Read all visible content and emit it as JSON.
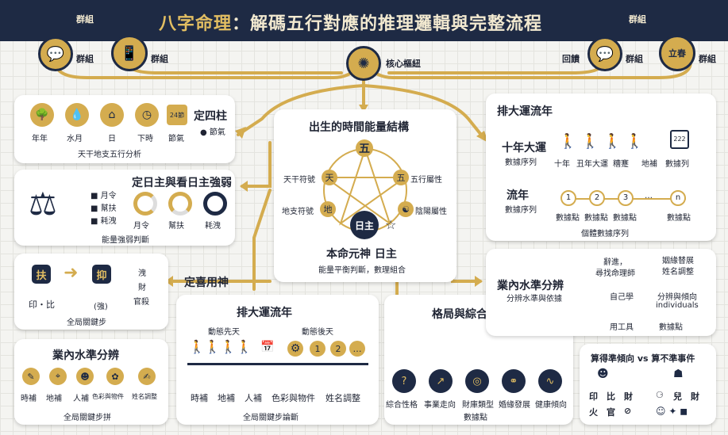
{
  "header": {
    "title_part1": "八字命理",
    "title_part2": "：解碼五行對應的推理邏輯與完整流程"
  },
  "top_nodes": {
    "left_tag1": "群組",
    "left_label1": "群組",
    "left_label2": "群組",
    "center_label": "核心樞紐",
    "right_label_feedback": "回饋",
    "right_tag2": "群組",
    "right_label3": "群組",
    "right_stamp": "立春",
    "right_label4": "群組"
  },
  "four_pillars": {
    "title": "定四柱",
    "items": [
      "年年",
      "水月",
      "日",
      "下時",
      "節氣"
    ],
    "calendar": "24節",
    "jieqi": "節氣",
    "caption": "天干地支五行分析"
  },
  "day_master": {
    "title": "定日主與看日主強弱",
    "legend": [
      "月令",
      "幫扶",
      "耗洩"
    ],
    "rings": [
      "月令",
      "幫扶",
      "耗洩"
    ],
    "caption": "能量強弱判斷"
  },
  "yongshen": {
    "title": "定喜用神",
    "fu": "扶",
    "yi": "抑",
    "left": "印・比",
    "mid": "(強)",
    "right_list": [
      "洩",
      "財",
      "官殺"
    ],
    "caption": "全局關鍵步"
  },
  "industry_left": {
    "title": "業內水準分辨",
    "items": [
      "時補",
      "地補",
      "人補",
      "色彩與物件",
      "姓名調整"
    ],
    "caption": "全局關鍵步拼"
  },
  "center": {
    "title": "出生的時間能量結構",
    "wu_top": "五",
    "tian": "天",
    "wu_right": "五",
    "di": "地",
    "label_tg": "天干符號",
    "label_wx": "五行屬性",
    "label_dz": "地支符號",
    "label_yy": "陰陽屬性",
    "rizhu": "日主",
    "name": "本命元神 日主",
    "sub": "能量平衡判斷，數理組合"
  },
  "dayun_center": {
    "title": "排大運流年",
    "ds_static": "動態先天",
    "ds_dynamic": "動態後天",
    "dots": [
      "1",
      "2",
      "…"
    ],
    "items": [
      "時補",
      "地補",
      "人補",
      "色彩與物件",
      "姓名調整"
    ],
    "caption": "全局關鍵步論斷"
  },
  "pattern": {
    "title": "格局與綜合論斷",
    "items": [
      "綜合性格",
      "事業走向",
      "財庫類型",
      "婚緣發展",
      "健康傾向"
    ],
    "caption": "數據點"
  },
  "dayun_right": {
    "title": "排大運流年",
    "decade_title": "十年大運",
    "decade_sub": "數據序列",
    "decade_items": [
      "十年",
      "丑年大運",
      "糟蹇",
      "地補",
      "數據列"
    ],
    "cal": "222",
    "year_title": "流年",
    "year_sub": "數據序列",
    "year_nums": [
      "1",
      "2",
      "3",
      "…",
      "n"
    ],
    "year_items": [
      "數據點",
      "數據點",
      "數據點",
      "數據點"
    ],
    "caption": "個體數據序列"
  },
  "industry_right": {
    "title": "業內水準分辨",
    "sub": "分辨水準與依據",
    "n1": "辭進，",
    "n1b": "尋找命理師",
    "n2": "自己學",
    "n3": "用工具",
    "r1": "姻緣替展",
    "r1b": "姓名調整",
    "r2": "分辨與傾向",
    "r2b": "individuals",
    "r3": "數據點"
  },
  "accuracy": {
    "title": "算得準傾向 vs 算不準事件",
    "left_row1": [
      "印",
      "比",
      "財"
    ],
    "left_row2": [
      "火",
      "官",
      "⊘"
    ],
    "right_row1": [
      "⚆",
      "兒",
      "財"
    ]
  }
}
